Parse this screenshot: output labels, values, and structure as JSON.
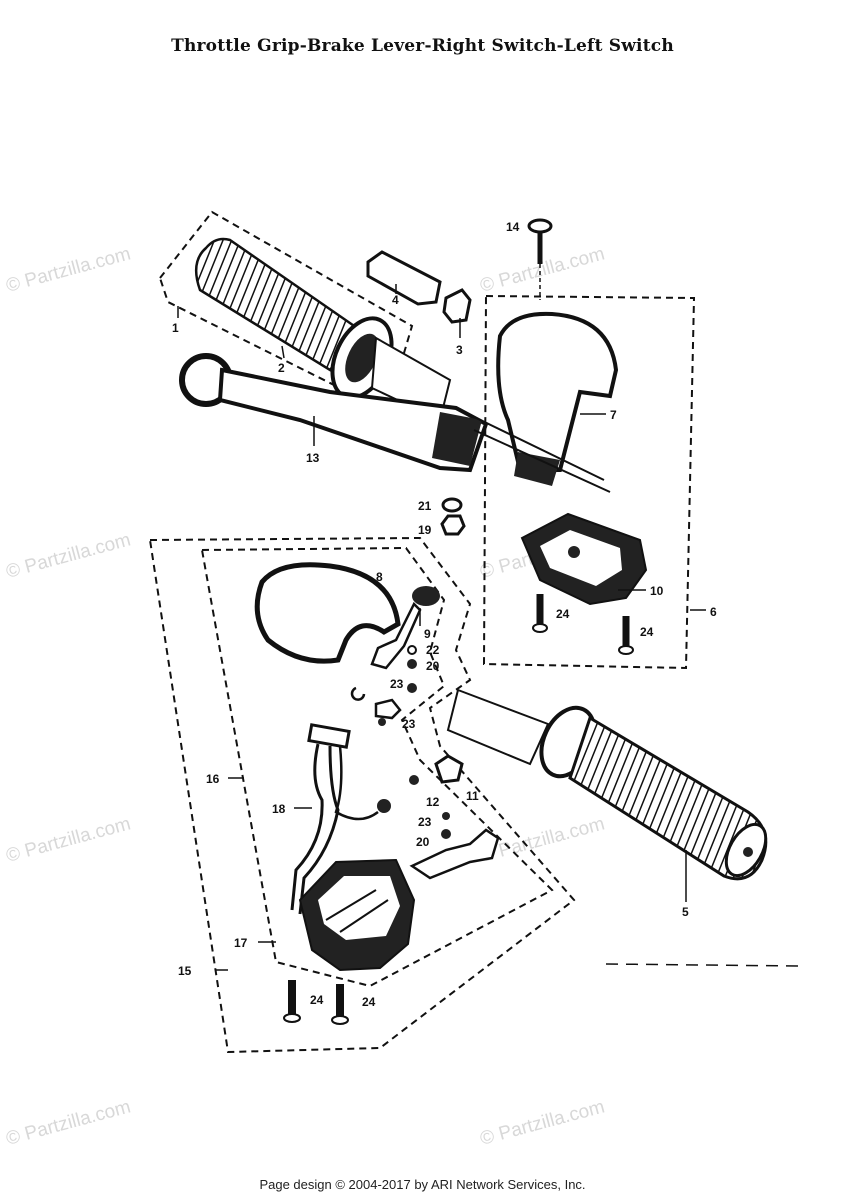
{
  "title": "Throttle Grip-Brake Lever-Right Switch-Left Switch",
  "watermark": "© Partzilla.com",
  "footer": "Page design © 2004-2017 by ARI Network Services, Inc.",
  "callouts": {
    "c1": "1",
    "c2": "2",
    "c3": "3",
    "c4": "4",
    "c5": "5",
    "c6": "6",
    "c7": "7",
    "c8": "8",
    "c9": "9",
    "c10": "10",
    "c11": "11",
    "c12": "12",
    "c13": "13",
    "c14": "14",
    "c15": "15",
    "c16": "16",
    "c17": "17",
    "c18": "18",
    "c19": "19",
    "c20": "20",
    "c21": "21",
    "c22": "22",
    "c23": "23",
    "c24": "24"
  }
}
